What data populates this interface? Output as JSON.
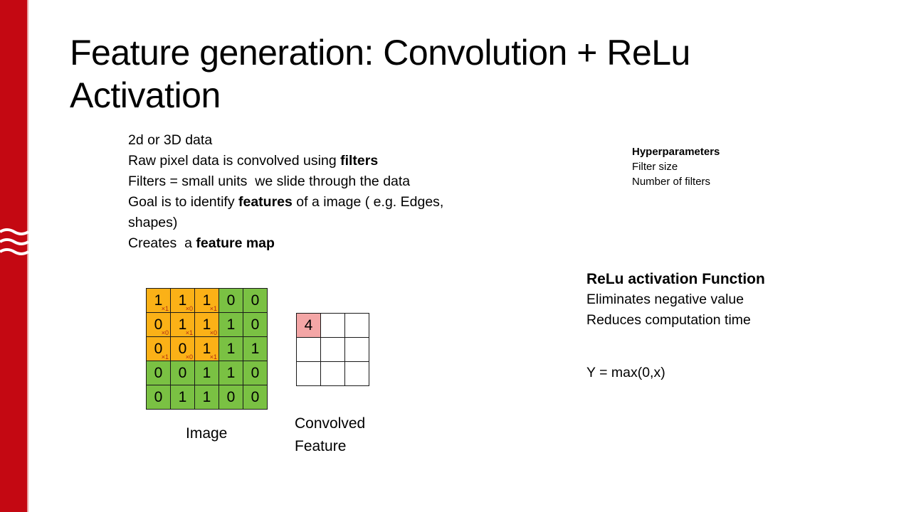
{
  "slide": {
    "title_line1": "Feature generation: Convolution  + ReLu",
    "title_line2": "Activation",
    "bullets": [
      {
        "parts": [
          {
            "text": "2d or 3D data",
            "bold": false
          }
        ]
      },
      {
        "parts": [
          {
            "text": "Raw pixel data is convolved using ",
            "bold": false
          },
          {
            "text": "filters",
            "bold": true
          }
        ]
      },
      {
        "parts": [
          {
            "text": "Filters = small units  we slide through the data",
            "bold": false
          }
        ]
      },
      {
        "parts": [
          {
            "text": "Goal is to identify ",
            "bold": false
          },
          {
            "text": "features",
            "bold": true
          },
          {
            "text": " of a image ( e.g. Edges,",
            "bold": false
          }
        ]
      },
      {
        "parts": [
          {
            "text": "shapes)",
            "bold": false
          }
        ]
      },
      {
        "parts": [
          {
            "text": "Creates  a ",
            "bold": false
          },
          {
            "text": "feature map",
            "bold": true
          }
        ]
      }
    ],
    "hyperparameters": {
      "heading": "Hyperparameters",
      "items": [
        "Filter size",
        "Number of filters"
      ]
    },
    "relu": {
      "heading": "ReLu activation Function",
      "items": [
        "Eliminates negative value",
        "Reduces computation time"
      ],
      "formula": "Y = max(0,x)"
    },
    "image_grid": {
      "label": "Image",
      "values": [
        [
          1,
          1,
          1,
          0,
          0
        ],
        [
          0,
          1,
          1,
          1,
          0
        ],
        [
          0,
          0,
          1,
          1,
          1
        ],
        [
          0,
          0,
          1,
          1,
          0
        ],
        [
          0,
          1,
          1,
          0,
          0
        ]
      ],
      "kernel_weights": [
        [
          "×1",
          "×0",
          "×1"
        ],
        [
          "×0",
          "×1",
          "×0"
        ],
        [
          "×1",
          "×0",
          "×1"
        ]
      ],
      "colors": {
        "kernel_area": "#fbb117",
        "image": "#7ac143",
        "weight_text": "#b22b12"
      }
    },
    "convolved_grid": {
      "label_line1": "Convolved",
      "label_line2": "Feature",
      "values": [
        [
          "4",
          "",
          ""
        ],
        [
          "",
          "",
          ""
        ],
        [
          "",
          "",
          ""
        ]
      ],
      "highlight_color": "#f4a6a6"
    },
    "brand_color": "#c40812"
  }
}
